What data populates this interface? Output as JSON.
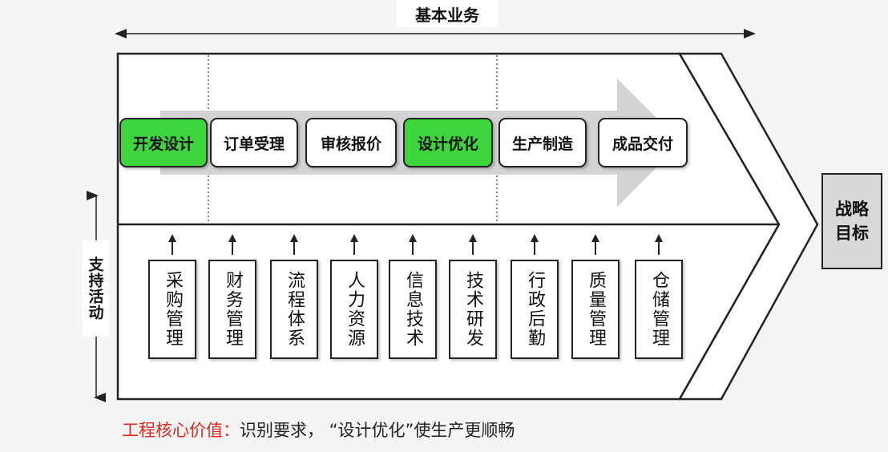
{
  "header": {
    "title": "基本业务"
  },
  "primary_activities": [
    {
      "label": "开发设计",
      "highlight": true
    },
    {
      "label": "订单受理",
      "highlight": false
    },
    {
      "label": "审核报价",
      "highlight": false
    },
    {
      "label": "设计优化",
      "highlight": true
    },
    {
      "label": "生产制造",
      "highlight": false
    },
    {
      "label": "成品交付",
      "highlight": false
    }
  ],
  "support_label": "支持活动",
  "support_activities": [
    {
      "label": "采购管理"
    },
    {
      "label": "财务管理"
    },
    {
      "label": "流程体系"
    },
    {
      "label": "人力资源"
    },
    {
      "label": "信息技术"
    },
    {
      "label": "技术研发"
    },
    {
      "label": "行政后勤"
    },
    {
      "label": "质量管理"
    },
    {
      "label": "仓储管理"
    }
  ],
  "goal": {
    "label": "战略目标"
  },
  "footer": {
    "prefix": "工程核心价值：",
    "text": "识别要求，  “设计优化”使生产更顺畅"
  },
  "colors": {
    "highlight": "#3ed43e",
    "footer_prefix": "#e0281e",
    "flow_arrow": "#d3d3d3",
    "goal_bg": "#d9d9d9"
  }
}
